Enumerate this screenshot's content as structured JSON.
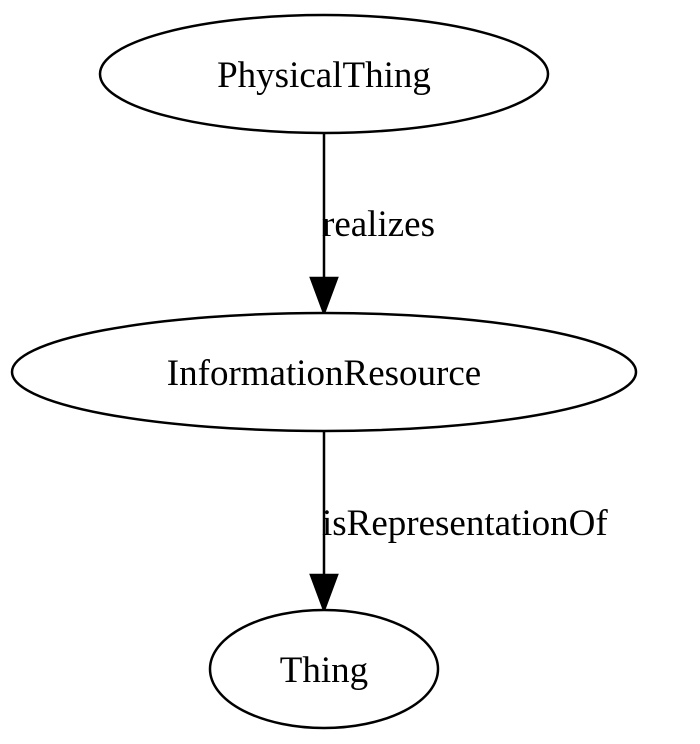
{
  "diagram": {
    "nodes": [
      {
        "id": "physical",
        "label": "PhysicalThing"
      },
      {
        "id": "info",
        "label": "InformationResource"
      },
      {
        "id": "thing",
        "label": "Thing"
      }
    ],
    "edges": [
      {
        "from": "physical",
        "to": "info",
        "label": "realizes"
      },
      {
        "from": "info",
        "to": "thing",
        "label": "isRepresentationOf"
      }
    ]
  }
}
